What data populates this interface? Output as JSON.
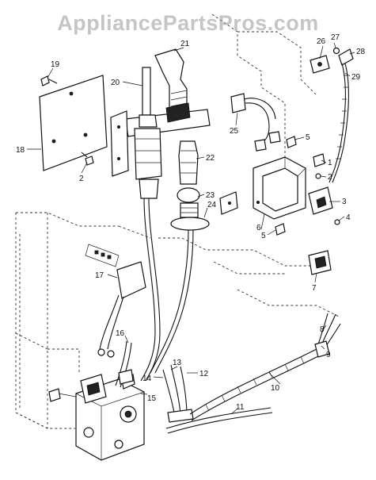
{
  "watermark": "AppliancePartsPros.com",
  "callouts": [
    {
      "id": "c1",
      "text": "1"
    },
    {
      "id": "c2a",
      "text": "2"
    },
    {
      "id": "c2b",
      "text": "2"
    },
    {
      "id": "c3",
      "text": "3"
    },
    {
      "id": "c4",
      "text": "4"
    },
    {
      "id": "c5a",
      "text": "5"
    },
    {
      "id": "c5b",
      "text": "5"
    },
    {
      "id": "c6",
      "text": "6"
    },
    {
      "id": "c7",
      "text": "7"
    },
    {
      "id": "c8",
      "text": "8"
    },
    {
      "id": "c9",
      "text": "9"
    },
    {
      "id": "c10",
      "text": "10"
    },
    {
      "id": "c11",
      "text": "11"
    },
    {
      "id": "c12",
      "text": "12"
    },
    {
      "id": "c13",
      "text": "13"
    },
    {
      "id": "c14",
      "text": "14"
    },
    {
      "id": "c15",
      "text": "15"
    },
    {
      "id": "c16",
      "text": "16"
    },
    {
      "id": "c17",
      "text": "17"
    },
    {
      "id": "c18",
      "text": "18"
    },
    {
      "id": "c19",
      "text": "19"
    },
    {
      "id": "c20",
      "text": "20"
    },
    {
      "id": "c21",
      "text": "21"
    },
    {
      "id": "c22",
      "text": "22"
    },
    {
      "id": "c23",
      "text": "23"
    },
    {
      "id": "c24",
      "text": "24"
    },
    {
      "id": "c25",
      "text": "25"
    },
    {
      "id": "c26",
      "text": "26"
    },
    {
      "id": "c27",
      "text": "27"
    },
    {
      "id": "c28",
      "text": "28"
    },
    {
      "id": "c29",
      "text": "29"
    }
  ]
}
